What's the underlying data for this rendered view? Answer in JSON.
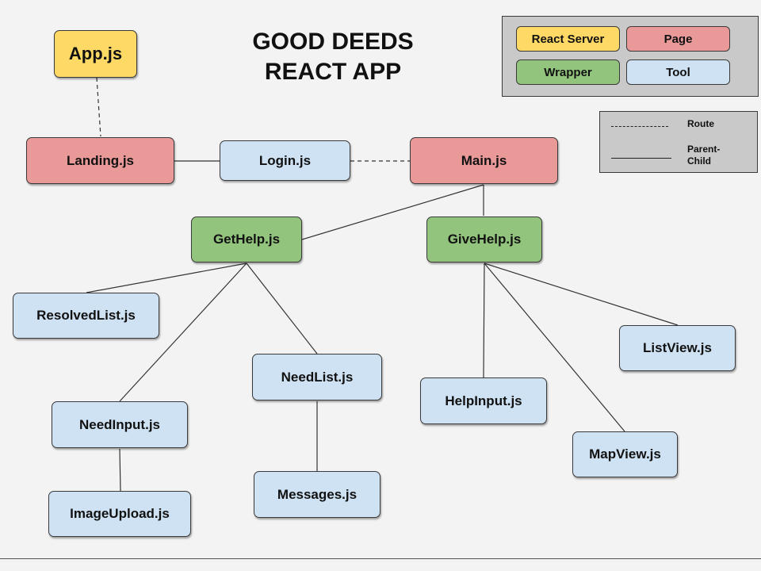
{
  "title": {
    "line1": "GOOD DEEDS",
    "line2": "REACT APP"
  },
  "colors": {
    "server": "#ffd966",
    "page": "#ea9999",
    "wrapper": "#93c47d",
    "tool": "#cfe2f3"
  },
  "legend": {
    "items": [
      {
        "label": "React Server",
        "type": "server"
      },
      {
        "label": "Page",
        "type": "page"
      },
      {
        "label": "Wrapper",
        "type": "wrapper"
      },
      {
        "label": "Tool",
        "type": "tool"
      }
    ]
  },
  "line_key": {
    "route_label": "Route",
    "parent_child_label_1": "Parent-",
    "parent_child_label_2": "Child"
  },
  "nodes": [
    {
      "id": "app",
      "label": "App.js",
      "type": "server"
    },
    {
      "id": "landing",
      "label": "Landing.js",
      "type": "page"
    },
    {
      "id": "login",
      "label": "Login.js",
      "type": "tool"
    },
    {
      "id": "main",
      "label": "Main.js",
      "type": "page"
    },
    {
      "id": "gethelp",
      "label": "GetHelp.js",
      "type": "wrapper"
    },
    {
      "id": "givehelp",
      "label": "GiveHelp.js",
      "type": "wrapper"
    },
    {
      "id": "resolvedlist",
      "label": "ResolvedList.js",
      "type": "tool"
    },
    {
      "id": "needlist",
      "label": "NeedList.js",
      "type": "tool"
    },
    {
      "id": "needinput",
      "label": "NeedInput.js",
      "type": "tool"
    },
    {
      "id": "imageupload",
      "label": "ImageUpload.js",
      "type": "tool"
    },
    {
      "id": "messages",
      "label": "Messages.js",
      "type": "tool"
    },
    {
      "id": "helpinput",
      "label": "HelpInput.js",
      "type": "tool"
    },
    {
      "id": "mapview",
      "label": "MapView.js",
      "type": "tool"
    },
    {
      "id": "listview",
      "label": "ListView.js",
      "type": "tool"
    }
  ],
  "edges": [
    {
      "from": "app",
      "to": "landing",
      "style": "route"
    },
    {
      "from": "landing",
      "to": "login",
      "style": "parent-child"
    },
    {
      "from": "login",
      "to": "main",
      "style": "route"
    },
    {
      "from": "main",
      "to": "gethelp",
      "style": "parent-child"
    },
    {
      "from": "main",
      "to": "givehelp",
      "style": "parent-child"
    },
    {
      "from": "gethelp",
      "to": "resolvedlist",
      "style": "parent-child"
    },
    {
      "from": "gethelp",
      "to": "needinput",
      "style": "parent-child"
    },
    {
      "from": "gethelp",
      "to": "needlist",
      "style": "parent-child"
    },
    {
      "from": "needinput",
      "to": "imageupload",
      "style": "parent-child"
    },
    {
      "from": "needlist",
      "to": "messages",
      "style": "parent-child"
    },
    {
      "from": "givehelp",
      "to": "helpinput",
      "style": "parent-child"
    },
    {
      "from": "givehelp",
      "to": "mapview",
      "style": "parent-child"
    },
    {
      "from": "givehelp",
      "to": "listview",
      "style": "parent-child"
    }
  ]
}
